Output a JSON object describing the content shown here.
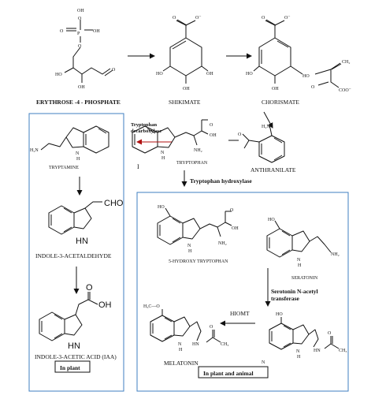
{
  "molecules": {
    "erythrose": "ERYTHROSE -4 - PHOSPHATE",
    "shikimate": "SHIKIMATE",
    "chorismate": "CHORISMATE",
    "tryptamine": "TRYPTAMINE",
    "tryptophan": "TRYPTOPHAN",
    "anthranilate": "ANTHRANILATE",
    "indole_acetaldehyde": "INDOLE-3-ACETALDEHYDE",
    "iaa": "INDOLE-3-ACETIC ACID (IAA)",
    "hydroxy_tryptophan": "5-HYDROXY TRYPTOPHAN",
    "serotonin": "SERATONIN",
    "melatonin": "MELATONIN"
  },
  "enzymes": {
    "decarboxylase_1": "Tryptophan",
    "decarboxylase_2": "decarboxylase",
    "hydroxylase": "Tryptophan hydroxylase",
    "acetyl_1": "Serotonin N-acetyl",
    "acetyl_2": "transferase",
    "hiomt": "HIOMT"
  },
  "boxes": {
    "in_plant": "In plant",
    "in_plant_animal": "In plant and animal"
  },
  "atoms": {
    "o": "O",
    "p": "P",
    "oh": "OH",
    "ho": "HO",
    "o_minus": "O⁻",
    "ch2": "CH₂",
    "coo_minus": "COO⁻",
    "nh2": "NH₂",
    "h2n": "H₂N",
    "hn": "HN",
    "n": "N",
    "h": "H",
    "cho": "CHO",
    "h3co": "H₃C—O",
    "ch3": "CH₃"
  },
  "marks": {
    "stray_n": "N",
    "stray_bar": "I"
  }
}
